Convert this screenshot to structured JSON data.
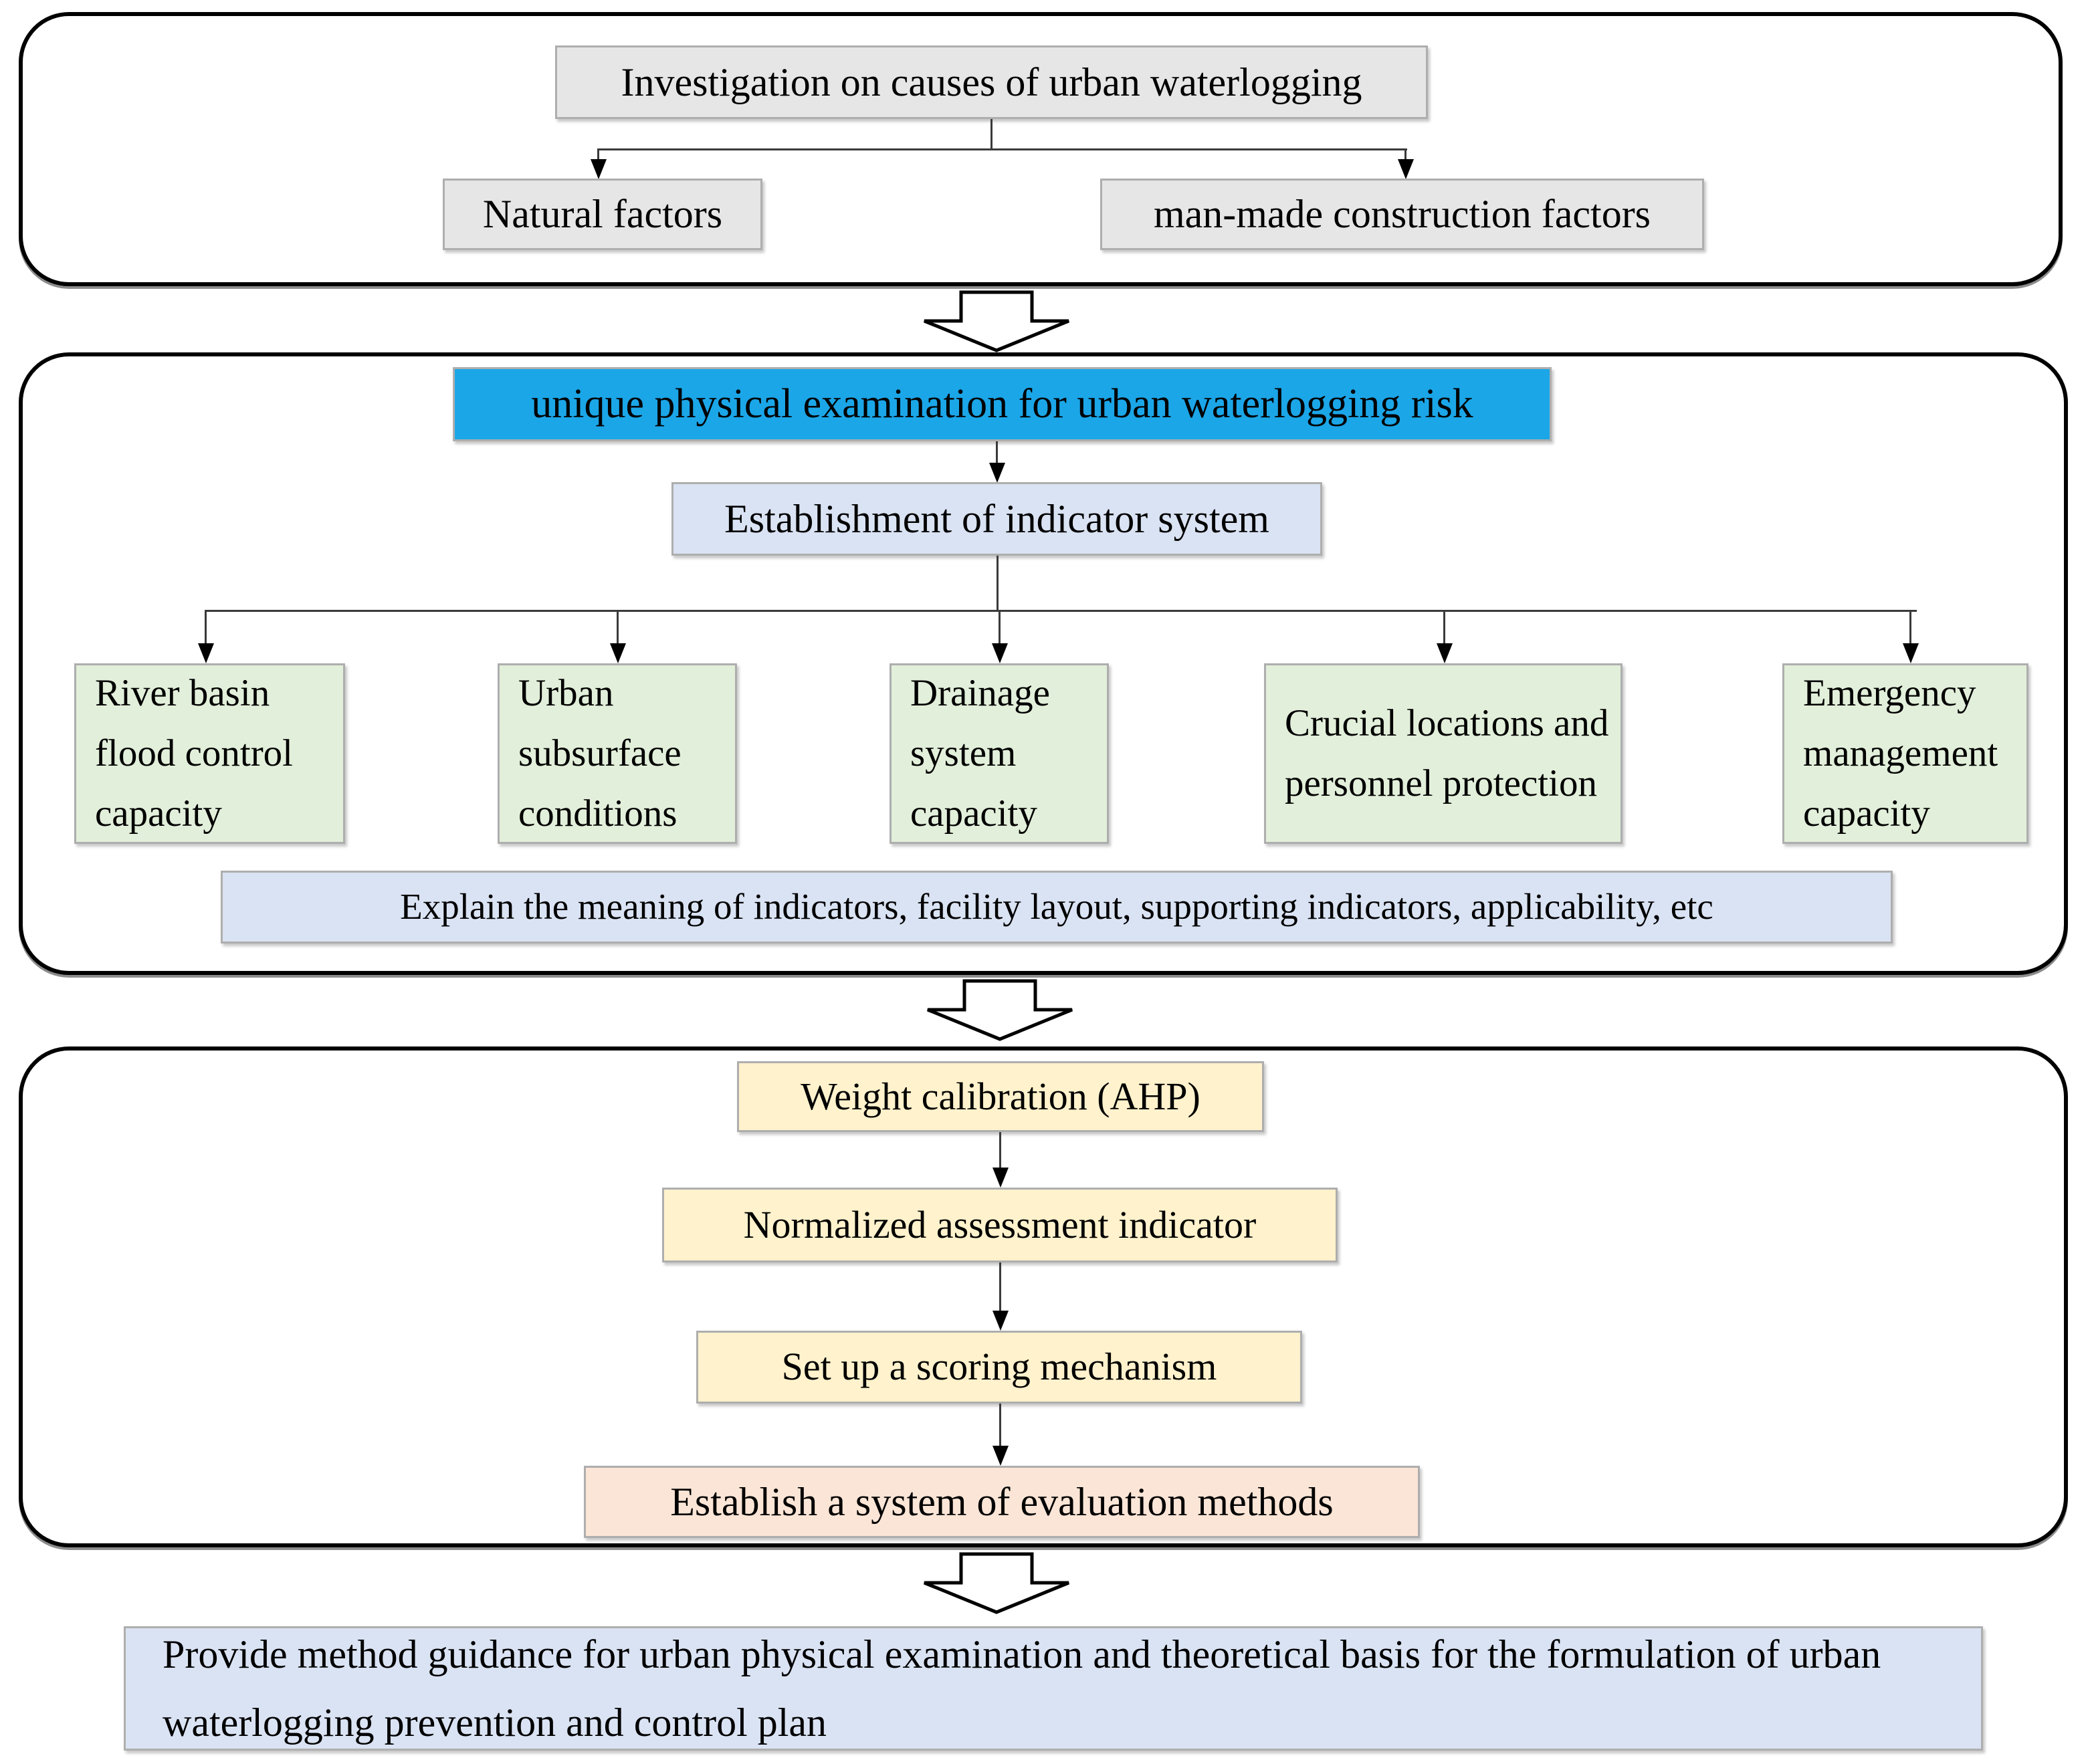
{
  "colors": {
    "gray_box": "#E7E6E6",
    "blue_highlight": "#1BA6E8",
    "light_blue_box": "#DAE3F3",
    "green_box": "#E2EFDA",
    "yellow_box": "#FFF2CC",
    "peach_box": "#FBE5D6"
  },
  "sections": {
    "causes": {
      "root": "Investigation on causes of urban waterlogging",
      "natural": "Natural factors",
      "manmade": "man-made construction factors"
    },
    "examination": {
      "header": "unique physical examination for urban waterlogging risk",
      "indicator_system": "Establishment of indicator system",
      "indicators": [
        "River basin flood control capacity",
        "Urban subsurface conditions",
        "Drainage system capacity",
        "Crucial locations and personnel protection",
        "Emergency management capacity"
      ],
      "explain": "Explain the meaning of indicators, facility layout, supporting indicators, applicability, etc"
    },
    "method": {
      "weight": "Weight calibration (AHP)",
      "normalized": "Normalized assessment indicator",
      "scoring": "Set up a scoring mechanism",
      "evaluation": "Establish a system of evaluation methods"
    },
    "outcome": {
      "text": "Provide method guidance for urban physical examination and theoretical basis for the formulation of urban waterlogging prevention and control plan"
    }
  }
}
